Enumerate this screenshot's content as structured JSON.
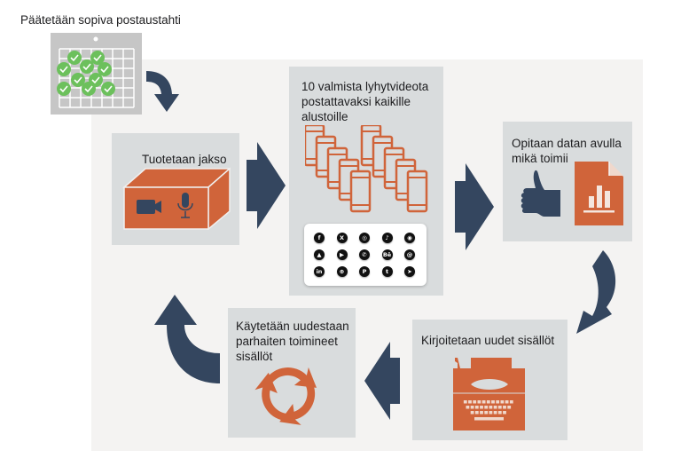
{
  "title": "Päätetään sopiva postaustahti",
  "colors": {
    "accent_orange": "#d0643a",
    "arrow_navy": "#34465f",
    "box_gray": "#d9dcdd",
    "panel_bg": "#f4f3f2",
    "check_green": "#6cc05c",
    "calendar_gray": "#c6c6c6"
  },
  "steps": [
    {
      "id": "produce",
      "label": "Tuotetaan jakso",
      "icon": "studio-box-icon"
    },
    {
      "id": "videos",
      "label_lines": [
        "10 valmista lyhytvideota",
        "postattavaksi kaikille",
        "alustoille"
      ],
      "icon": "phones-icon"
    },
    {
      "id": "learn",
      "label_lines": [
        "Opitaan datan avulla",
        "mikä toimii"
      ],
      "icon": "thumbs-up-report-icon"
    },
    {
      "id": "write",
      "label": "Kirjoitetaan uudet sisällöt",
      "icon": "typewriter-icon"
    },
    {
      "id": "reuse",
      "label_lines": [
        "Käytetään uudestaan",
        "parhaiten toimineet",
        "sisällöt"
      ],
      "icon": "recycle-icon"
    }
  ],
  "social_icons": [
    [
      "facebook",
      "x",
      "instagram",
      "tiktok",
      "discord"
    ],
    [
      "snapchat",
      "youtube",
      "whatsapp",
      "behance",
      "threads"
    ],
    [
      "linkedin",
      "dribbble",
      "pinterest",
      "twitch",
      "telegram"
    ]
  ],
  "social_glyphs": [
    [
      "f",
      "X",
      "◎",
      "♪",
      "◉"
    ],
    [
      "▲",
      "▶",
      "✆",
      "Bē",
      "@"
    ],
    [
      "in",
      "⊕",
      "P",
      "t",
      "➤"
    ]
  ],
  "calendar": {
    "checked_days": 10
  }
}
